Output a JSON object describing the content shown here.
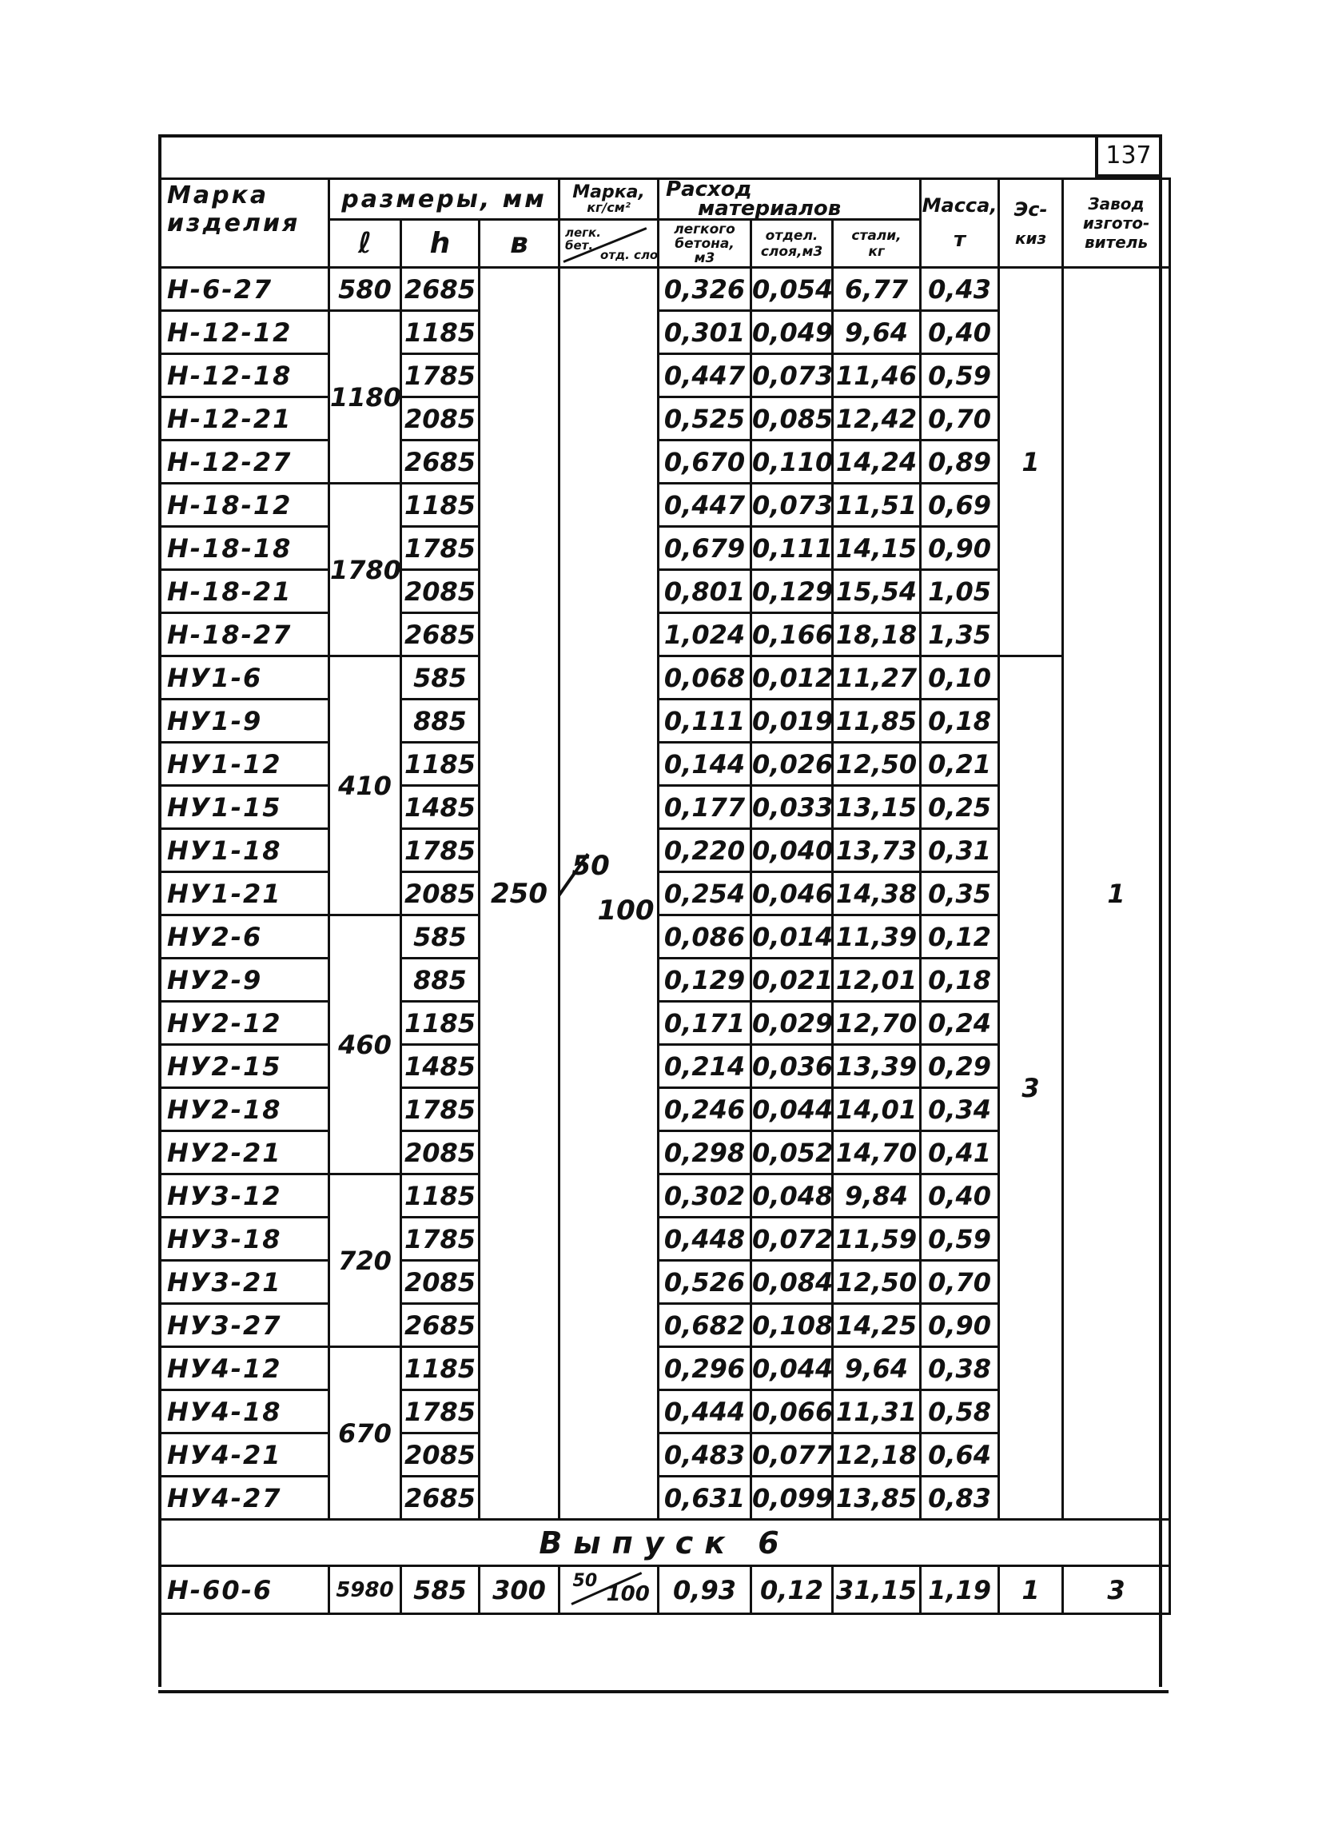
{
  "page_number": "137",
  "header": {
    "mark_line1": "Марка",
    "mark_line2": "изделия",
    "dims": "размеры, мм",
    "dim_l": "ℓ",
    "dim_h": "h",
    "dim_b": "в",
    "concrete_line1": "Марка,",
    "concrete_line2": "кг/см²",
    "concrete_sub1": "легк.",
    "concrete_sub2": "бет.",
    "concrete_sub3": "отд. слоя",
    "consumption_line1": "Расход",
    "consumption_line2": "материалов",
    "cons_a_line1": "легкого",
    "cons_a_line2": "бетона,",
    "cons_a_line3": "м3",
    "cons_b_line1": "отдел.",
    "cons_b_line2": "слоя,м3",
    "cons_c_line1": "стали,",
    "cons_c_line2": "кг",
    "mass_line1": "Масса,",
    "mass_line2": "т",
    "sketch_line1": "Эс-",
    "sketch_line2": "киз",
    "factory_line1": "Завод",
    "factory_line2": "изгото-",
    "factory_line3": "витель"
  },
  "merged": {
    "b_value": "250",
    "concrete_num": "50",
    "concrete_den": "100",
    "sketch_1": "1",
    "sketch_3": "3",
    "factory": "1",
    "l_groups": [
      "1180",
      "1780",
      "410",
      "460",
      "720",
      "670"
    ]
  },
  "rows": [
    {
      "mark": "Н-6-27",
      "l": "580",
      "h": "2685",
      "a": "0,326",
      "b": "0,054",
      "c": "6,77",
      "m": "0,43"
    },
    {
      "mark": "Н-12-12",
      "l": "",
      "h": "1185",
      "a": "0,301",
      "b": "0,049",
      "c": "9,64",
      "m": "0,40"
    },
    {
      "mark": "Н-12-18",
      "l": "",
      "h": "1785",
      "a": "0,447",
      "b": "0,073",
      "c": "11,46",
      "m": "0,59"
    },
    {
      "mark": "Н-12-21",
      "l": "",
      "h": "2085",
      "a": "0,525",
      "b": "0,085",
      "c": "12,42",
      "m": "0,70"
    },
    {
      "mark": "Н-12-27",
      "l": "",
      "h": "2685",
      "a": "0,670",
      "b": "0,110",
      "c": "14,24",
      "m": "0,89"
    },
    {
      "mark": "Н-18-12",
      "l": "",
      "h": "1185",
      "a": "0,447",
      "b": "0,073",
      "c": "11,51",
      "m": "0,69"
    },
    {
      "mark": "Н-18-18",
      "l": "",
      "h": "1785",
      "a": "0,679",
      "b": "0,111",
      "c": "14,15",
      "m": "0,90"
    },
    {
      "mark": "Н-18-21",
      "l": "",
      "h": "2085",
      "a": "0,801",
      "b": "0,129",
      "c": "15,54",
      "m": "1,05"
    },
    {
      "mark": "Н-18-27",
      "l": "",
      "h": "2685",
      "a": "1,024",
      "b": "0,166",
      "c": "18,18",
      "m": "1,35"
    },
    {
      "mark": "НУ1-6",
      "l": "",
      "h": "585",
      "a": "0,068",
      "b": "0,012",
      "c": "11,27",
      "m": "0,10"
    },
    {
      "mark": "НУ1-9",
      "l": "",
      "h": "885",
      "a": "0,111",
      "b": "0,019",
      "c": "11,85",
      "m": "0,18"
    },
    {
      "mark": "НУ1-12",
      "l": "",
      "h": "1185",
      "a": "0,144",
      "b": "0,026",
      "c": "12,50",
      "m": "0,21"
    },
    {
      "mark": "НУ1-15",
      "l": "",
      "h": "1485",
      "a": "0,177",
      "b": "0,033",
      "c": "13,15",
      "m": "0,25"
    },
    {
      "mark": "НУ1-18",
      "l": "",
      "h": "1785",
      "a": "0,220",
      "b": "0,040",
      "c": "13,73",
      "m": "0,31"
    },
    {
      "mark": "НУ1-21",
      "l": "",
      "h": "2085",
      "a": "0,254",
      "b": "0,046",
      "c": "14,38",
      "m": "0,35"
    },
    {
      "mark": "НУ2-6",
      "l": "",
      "h": "585",
      "a": "0,086",
      "b": "0,014",
      "c": "11,39",
      "m": "0,12"
    },
    {
      "mark": "НУ2-9",
      "l": "",
      "h": "885",
      "a": "0,129",
      "b": "0,021",
      "c": "12,01",
      "m": "0,18"
    },
    {
      "mark": "НУ2-12",
      "l": "",
      "h": "1185",
      "a": "0,171",
      "b": "0,029",
      "c": "12,70",
      "m": "0,24"
    },
    {
      "mark": "НУ2-15",
      "l": "",
      "h": "1485",
      "a": "0,214",
      "b": "0,036",
      "c": "13,39",
      "m": "0,29"
    },
    {
      "mark": "НУ2-18",
      "l": "",
      "h": "1785",
      "a": "0,246",
      "b": "0,044",
      "c": "14,01",
      "m": "0,34"
    },
    {
      "mark": "НУ2-21",
      "l": "",
      "h": "2085",
      "a": "0,298",
      "b": "0,052",
      "c": "14,70",
      "m": "0,41"
    },
    {
      "mark": "НУ3-12",
      "l": "",
      "h": "1185",
      "a": "0,302",
      "b": "0,048",
      "c": "9,84",
      "m": "0,40"
    },
    {
      "mark": "НУ3-18",
      "l": "",
      "h": "1785",
      "a": "0,448",
      "b": "0,072",
      "c": "11,59",
      "m": "0,59"
    },
    {
      "mark": "НУ3-21",
      "l": "",
      "h": "2085",
      "a": "0,526",
      "b": "0,084",
      "c": "12,50",
      "m": "0,70"
    },
    {
      "mark": "НУ3-27",
      "l": "",
      "h": "2685",
      "a": "0,682",
      "b": "0,108",
      "c": "14,25",
      "m": "0,90"
    },
    {
      "mark": "НУ4-12",
      "l": "",
      "h": "1185",
      "a": "0,296",
      "b": "0,044",
      "c": "9,64",
      "m": "0,38"
    },
    {
      "mark": "НУ4-18",
      "l": "",
      "h": "1785",
      "a": "0,444",
      "b": "0,066",
      "c": "11,31",
      "m": "0,58"
    },
    {
      "mark": "НУ4-21",
      "l": "",
      "h": "2085",
      "a": "0,483",
      "b": "0,077",
      "c": "12,18",
      "m": "0,64"
    },
    {
      "mark": "НУ4-27",
      "l": "",
      "h": "2685",
      "a": "0,631",
      "b": "0,099",
      "c": "13,85",
      "m": "0,83"
    }
  ],
  "issue_title": "Выпуск 6",
  "extra_row": {
    "mark": "Н-60-6",
    "l": "5980",
    "h": "585",
    "b": "300",
    "concrete_num": "50",
    "concrete_den": "100",
    "a": "0,93",
    "bb": "0,12",
    "c": "31,15",
    "m": "1,19",
    "sketch": "1",
    "factory": "3"
  }
}
